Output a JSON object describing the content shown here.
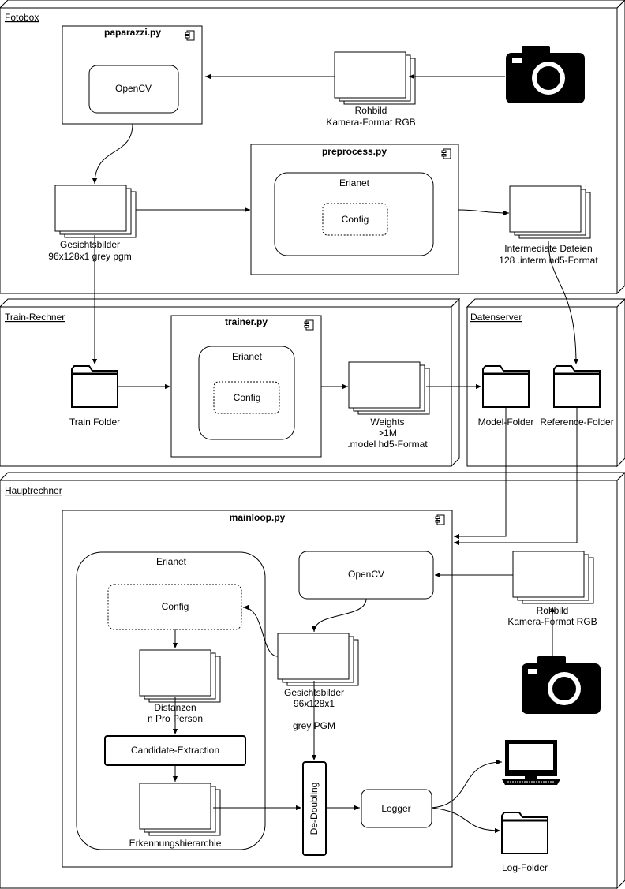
{
  "nodes": {
    "fotobox": "Fotobox",
    "train_rechner": "Train-Rechner",
    "datenserver": "Datenserver",
    "hauptrechner": "Hauptrechner"
  },
  "components": {
    "paparazzi": "paparazzi.py",
    "preprocess": "preprocess.py",
    "trainer": "trainer.py",
    "mainloop": "mainloop.py"
  },
  "boxes": {
    "opencv": "OpenCV",
    "erianet": "Erianet",
    "config": "Config",
    "candidate_extraction": "Candidate-Extraction",
    "de_doubling": "De-Doubling",
    "logger": "Logger"
  },
  "artifacts": {
    "rohbild_top": [
      "Rohbild",
      "Kamera-Format RGB"
    ],
    "gesichtsbilder_top": [
      "Gesichtsbilder",
      "96x128x1 grey pgm"
    ],
    "intermediate": [
      "Intermediate Dateien",
      "128 .interm hd5-Format"
    ],
    "weights": [
      "Weights",
      ">1M",
      ".model hd5-Format"
    ],
    "rohbild_main": [
      "Rohbild",
      "Kamera-Format RGB"
    ],
    "gesichtsbilder_main": [
      "Gesichtsbilder",
      "96x128x1",
      "grey PGM"
    ],
    "distanzen": [
      "Distanzen",
      "n Pro Person"
    ],
    "erkennungshierarchie": [
      "Erkennungshierarchie"
    ]
  },
  "folders": {
    "train": "Train Folder",
    "model": "Model-Folder",
    "reference": "Reference-Folder",
    "log": "Log-Folder"
  },
  "icons": [
    "camera-icon",
    "folder-icon",
    "monitor-icon",
    "component-icon"
  ]
}
